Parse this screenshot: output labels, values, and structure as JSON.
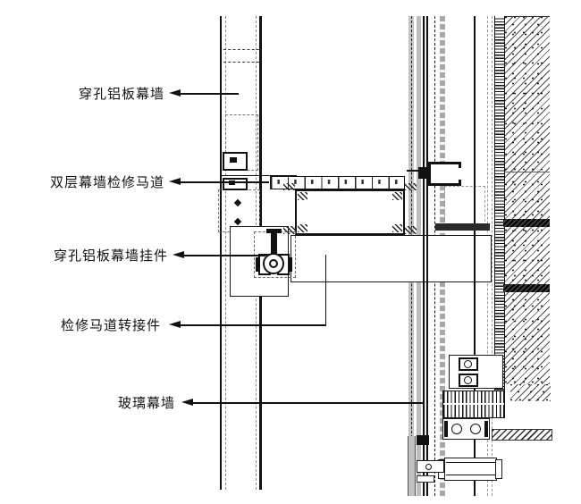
{
  "title": "curtain-wall-detail-drawing",
  "labels": [
    {
      "id": "perforated-aluminum-curtain-wall",
      "text": "穿孔铝板幕墙"
    },
    {
      "id": "double-skin-facade-maintenance-catwalk",
      "text": "双层幕墙检修马道"
    },
    {
      "id": "perforated-aluminum-panel-hanger",
      "text": "穿孔铝板幕墙挂件"
    },
    {
      "id": "catwalk-adapter-fitting",
      "text": "检修马道转接件"
    },
    {
      "id": "glass-curtain-wall",
      "text": "玻璃幕墙"
    }
  ],
  "colors": {
    "line": "#111111",
    "background": "#ffffff",
    "grey_band": "#c4c4c4",
    "hatch": "#4a4a4a"
  }
}
